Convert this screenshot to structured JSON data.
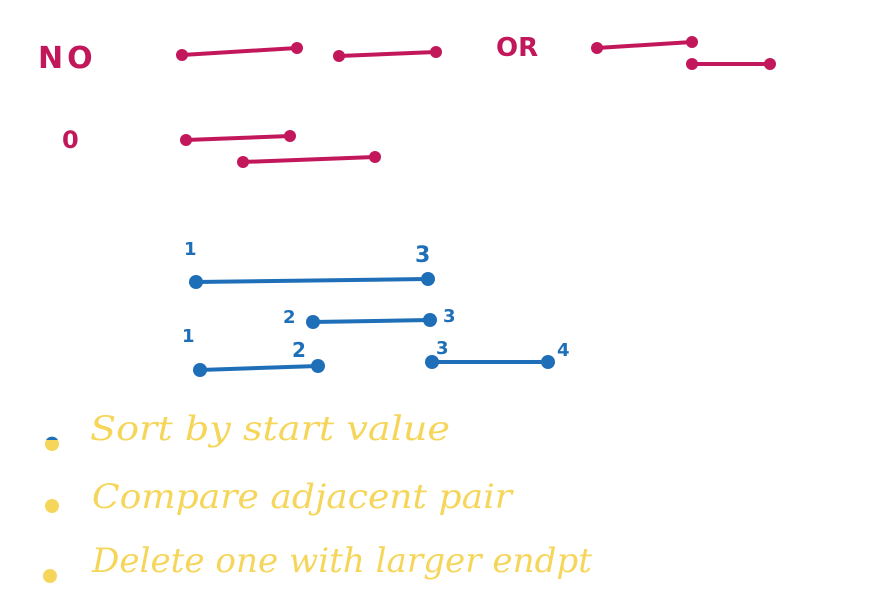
{
  "colors": {
    "magenta": "#C2185B",
    "blue": "#1E6FB8",
    "yellow": "#F5D65A"
  },
  "labels": {
    "no": "NO",
    "or": "OR",
    "zero": "0"
  },
  "interval_numbers": {
    "a_start": "1",
    "a_end": "3",
    "b_start": "2",
    "b_end": "3",
    "c_start": "1",
    "c_end": "2",
    "d_start": "3",
    "d_end": "4"
  },
  "notes": [
    "Sort by start value",
    "Compare adjacent pair",
    "Delete one with larger endpt"
  ]
}
